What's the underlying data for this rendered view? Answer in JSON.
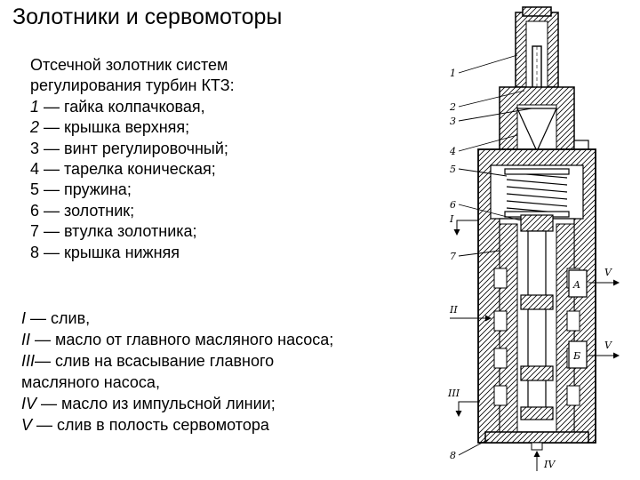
{
  "title": "Золотники и сервомоторы",
  "legend": {
    "heading_line1": "Отсечной золотник систем",
    "heading_line2": "регулирования турбин КТЗ:",
    "items": [
      {
        "num": "1",
        "text": " — гайка колпачковая,"
      },
      {
        "num": "2",
        "text": " — крышка верхняя;"
      },
      {
        "num": "3",
        "text": " — винт регулировочный;"
      },
      {
        "num": "4",
        "text": " — тарелка коническая;"
      },
      {
        "num": "5",
        "text": " — пружина;"
      },
      {
        "num": "6",
        "text": " — золотник;"
      },
      {
        "num": "7",
        "text": " — втулка золотника;"
      },
      {
        "num": "8",
        "text": " — крышка нижняя"
      }
    ]
  },
  "flows": [
    {
      "code": "I",
      "text": " — слив,"
    },
    {
      "code": "II",
      "text": " — масло от главного масляного насоса;"
    },
    {
      "code": "III",
      "text": "— слив на всасывание главного"
    },
    {
      "code": "",
      "text": "масляного насоса,"
    },
    {
      "code": "IV",
      "text": " — масло из импульсной линии;"
    },
    {
      "code": "V",
      "text": " — слив в полость сервомотора"
    }
  ],
  "diagram_labels": {
    "part_numbers": [
      "1",
      "2",
      "3",
      "4",
      "5",
      "6",
      "7",
      "8"
    ],
    "flow_I": "I",
    "flow_II": "II",
    "flow_III": "III",
    "flow_IV": "IV",
    "flow_V_top": "V",
    "flow_V_bottom": "V",
    "cavity_A": "A",
    "cavity_B": "Б"
  }
}
